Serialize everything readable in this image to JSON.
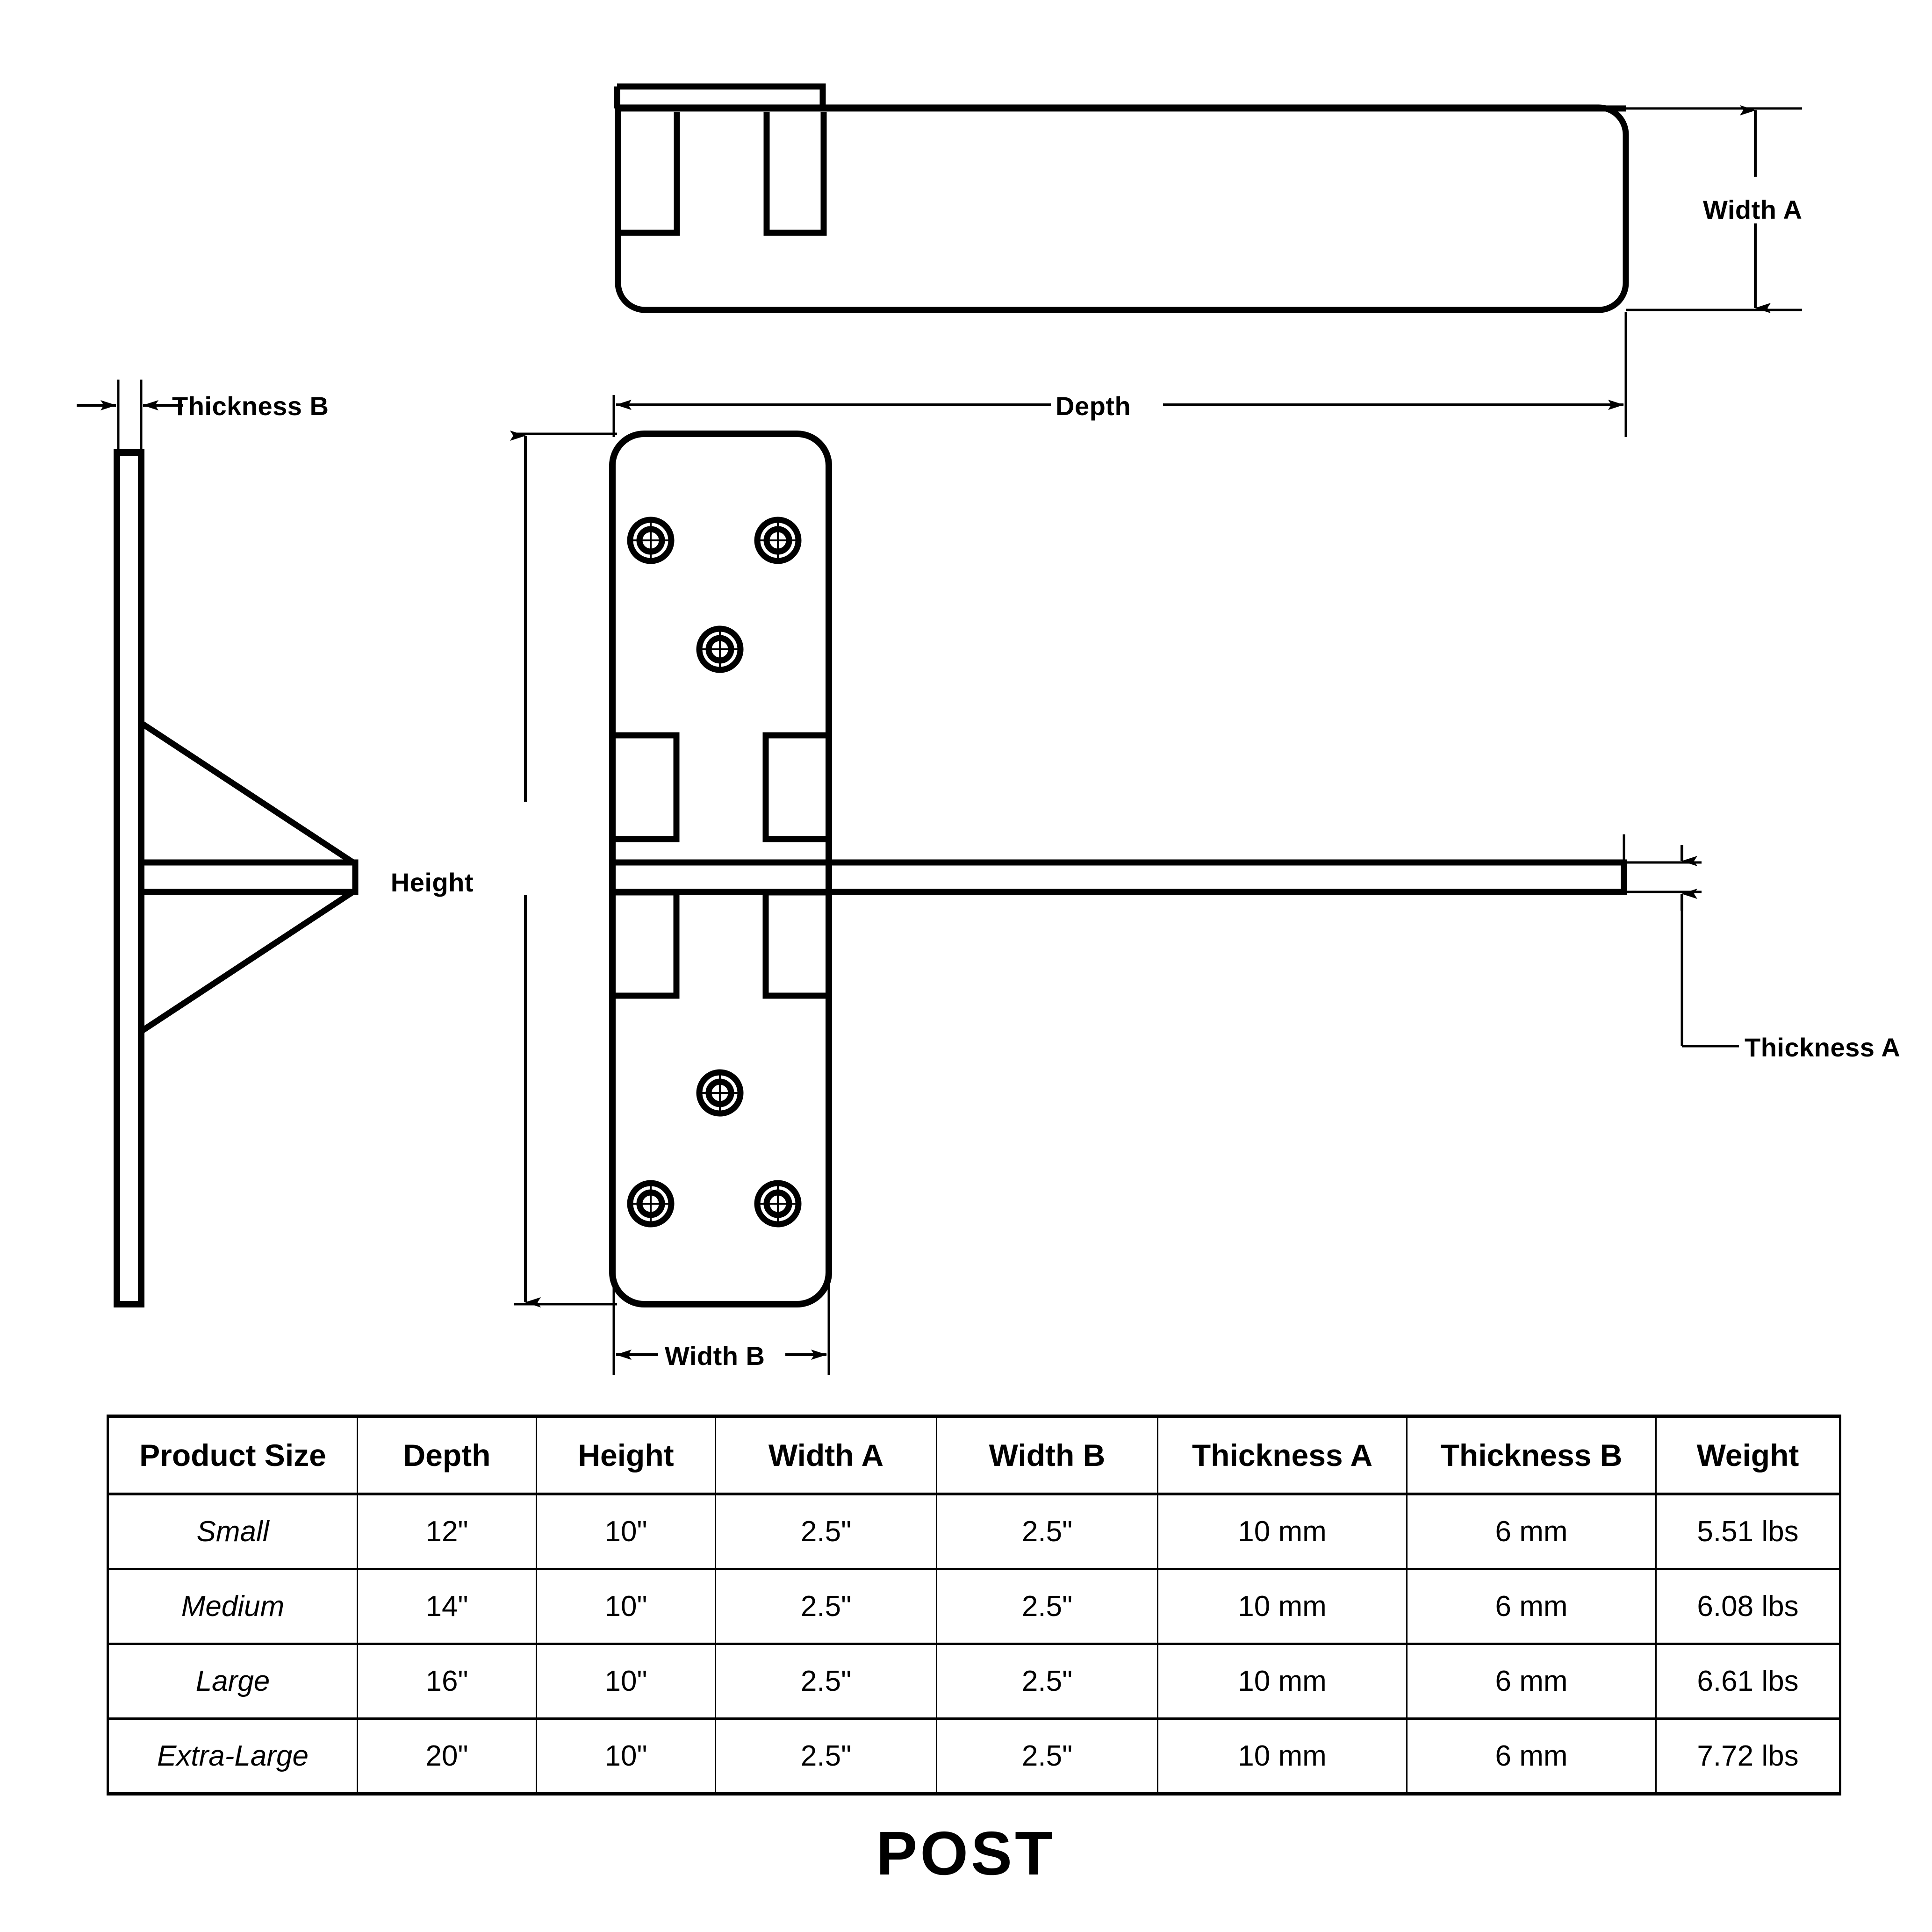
{
  "drawing": {
    "title": "POST",
    "dimension_labels": {
      "width_a": "Width A",
      "width_b": "Width B",
      "depth": "Depth",
      "height": "Height",
      "thickness_a": "Thickness A",
      "thickness_b": "Thickness B"
    },
    "views": {
      "top": "top-view",
      "side": "side-view",
      "front": "front-view"
    },
    "line_color": "#000000",
    "background_color": "#ffffff"
  },
  "table": {
    "columns": [
      "Product Size",
      "Depth",
      "Height",
      "Width A",
      "Width B",
      "Thickness A",
      "Thickness B",
      "Weight"
    ],
    "rows": [
      {
        "size": "Small",
        "depth": "12\"",
        "height": "10\"",
        "width_a": "2.5\"",
        "width_b": "2.5\"",
        "thickness_a": "10 mm",
        "thickness_b": "6 mm",
        "weight": "5.51 lbs"
      },
      {
        "size": "Medium",
        "depth": "14\"",
        "height": "10\"",
        "width_a": "2.5\"",
        "width_b": "2.5\"",
        "thickness_a": "10 mm",
        "thickness_b": "6 mm",
        "weight": "6.08 lbs"
      },
      {
        "size": "Large",
        "depth": "16\"",
        "height": "10\"",
        "width_a": "2.5\"",
        "width_b": "2.5\"",
        "thickness_a": "10 mm",
        "thickness_b": "6 mm",
        "weight": "6.61 lbs"
      },
      {
        "size": "Extra-Large",
        "depth": "20\"",
        "height": "10\"",
        "width_a": "2.5\"",
        "width_b": "2.5\"",
        "thickness_a": "10 mm",
        "thickness_b": "6 mm",
        "weight": "7.72 lbs"
      }
    ]
  }
}
